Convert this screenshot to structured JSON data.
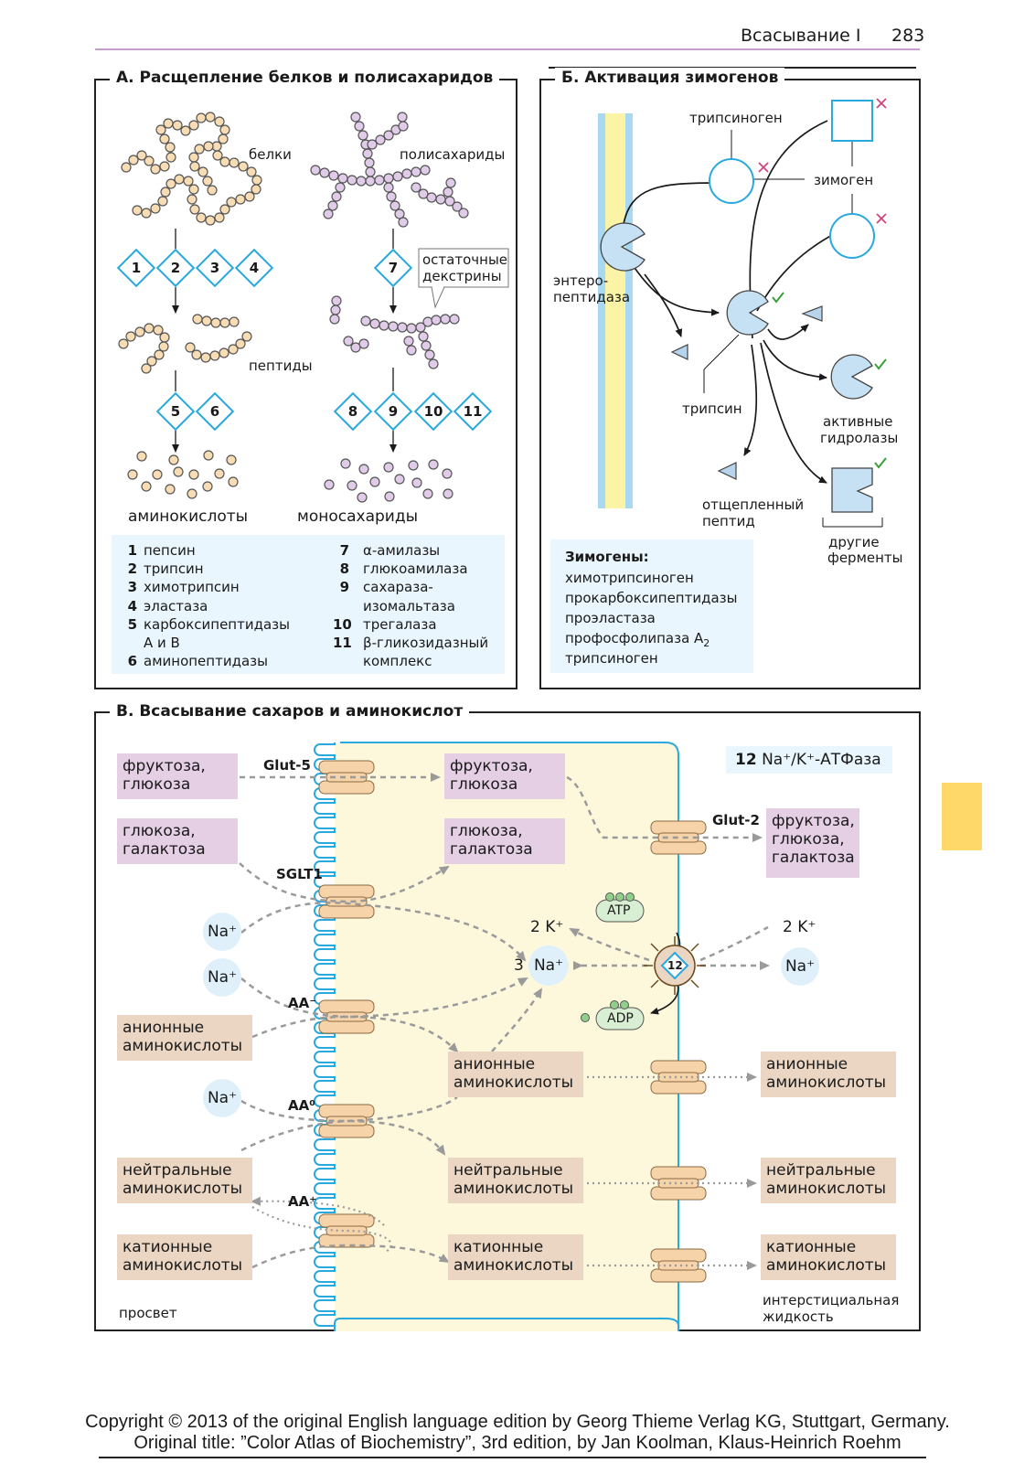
{
  "header": {
    "title": "Всасывание I",
    "page": "283"
  },
  "panel_a": {
    "title": "А. Расщепление белков и полисахаридов",
    "proteins_label": "белки",
    "polysaccharides_label": "полисахариды",
    "peptides_label": "пептиды",
    "amino_acids_label": "аминокислоты",
    "monosaccharides_label": "моносахариды",
    "residual_dextrins_label_1": "остаточные",
    "residual_dextrins_label_2": "декстрины",
    "diamonds_proteins_1": [
      "1",
      "2",
      "3",
      "4"
    ],
    "diamonds_proteins_2": [
      "5",
      "6"
    ],
    "diamonds_sugars_1": [
      "7"
    ],
    "diamonds_sugars_2": [
      "8",
      "9",
      "10",
      "11"
    ],
    "legend_left": [
      {
        "num": "1",
        "text": "пепсин"
      },
      {
        "num": "2",
        "text": "трипсин"
      },
      {
        "num": "3",
        "text": "химотрипсин"
      },
      {
        "num": "4",
        "text": "эластаза"
      },
      {
        "num": "5",
        "text": "карбоксипептидазы"
      },
      {
        "num": "",
        "text": "А и В"
      },
      {
        "num": "6",
        "text": "аминопептидазы"
      }
    ],
    "legend_right": [
      {
        "num": "7",
        "text": "α-амилазы"
      },
      {
        "num": "8",
        "text": "глюкоамилаза"
      },
      {
        "num": "9",
        "text": "сахараза-"
      },
      {
        "num": "",
        "text": "изомальтаза"
      },
      {
        "num": "10",
        "text": "трегалаза"
      },
      {
        "num": "11",
        "text": "β-гликозидазный"
      },
      {
        "num": "",
        "text": "комплекс"
      }
    ]
  },
  "panel_b": {
    "title": "Б. Активация зимогенов",
    "trypsinogen_label": "трипсиноген",
    "zymogen_label": "зимоген",
    "enteropeptidase_label_1": "энтеро-",
    "enteropeptidase_label_2": "пептидаза",
    "trypsin_label": "трипсин",
    "active_hydrolases_label_1": "активные",
    "active_hydrolases_label_2": "гидролазы",
    "cleaved_peptide_label_1": "отщепленный",
    "cleaved_peptide_label_2": "пептид",
    "other_enzymes_label_1": "другие",
    "other_enzymes_label_2": "ферменты",
    "zymogens_heading": "Зимогены:",
    "zymogens_list": [
      "химотрипсиноген",
      "прокарбоксипептидазы",
      "проэластаза",
      "профосфолипаза A",
      "трипсиноген"
    ],
    "subscript_2": "2"
  },
  "panel_c": {
    "title": "В. Всасывание сахаров и аминокислот",
    "atpase_num": "12",
    "atpase_label": "Na⁺/K⁺-АТФаза",
    "lumen_label": "просвет",
    "interstitial_label_1": "интерстициальная",
    "interstitial_label_2": "жидкость",
    "glut5": "Glut-5",
    "glut2": "Glut-2",
    "sglt1": "SGLT1",
    "aa_minus": "AA⁻",
    "aa_zero": "AA⁰",
    "aa_plus": "AA⁺",
    "na": "Na⁺",
    "na3": "3",
    "k2": "2 K⁺",
    "atp": "ATP",
    "adp": "ADP",
    "lumen_boxes": [
      {
        "line1": "фруктоза,",
        "line2": "глюкоза"
      },
      {
        "line1": "глюкоза,",
        "line2": "галактоза"
      },
      {
        "line1": "анионные",
        "line2": "аминокислоты"
      },
      {
        "line1": "нейтральные",
        "line2": "аминокислоты"
      },
      {
        "line1": "катионные",
        "line2": "аминокислоты"
      }
    ],
    "cell_boxes": [
      {
        "line1": "фруктоза,",
        "line2": "глюкоза"
      },
      {
        "line1": "глюкоза,",
        "line2": "галактоза"
      },
      {
        "line1": "анионные",
        "line2": "аминокислоты"
      },
      {
        "line1": "нейтральные",
        "line2": "аминокислоты"
      },
      {
        "line1": "катионные",
        "line2": "аминокислоты"
      }
    ],
    "blood_boxes": [
      {
        "line1": "фруктоза,",
        "line2": "глюкоза,",
        "line3": "галактоза"
      },
      {
        "line1": "анионные",
        "line2": "аминокислоты"
      },
      {
        "line1": "нейтральные",
        "line2": "аминокислоты"
      },
      {
        "line1": "катионные",
        "line2": "аминокислоты"
      }
    ]
  },
  "footer": {
    "line1": "Copyright © 2013 of the original English language edition by Georg Thieme Verlag KG, Stuttgart, Germany.",
    "line2": "Original title: ”Color Atlas of Biochemistry”, 3rd edition, by Jan Koolman, Klaus-Heinrich Roehm"
  }
}
